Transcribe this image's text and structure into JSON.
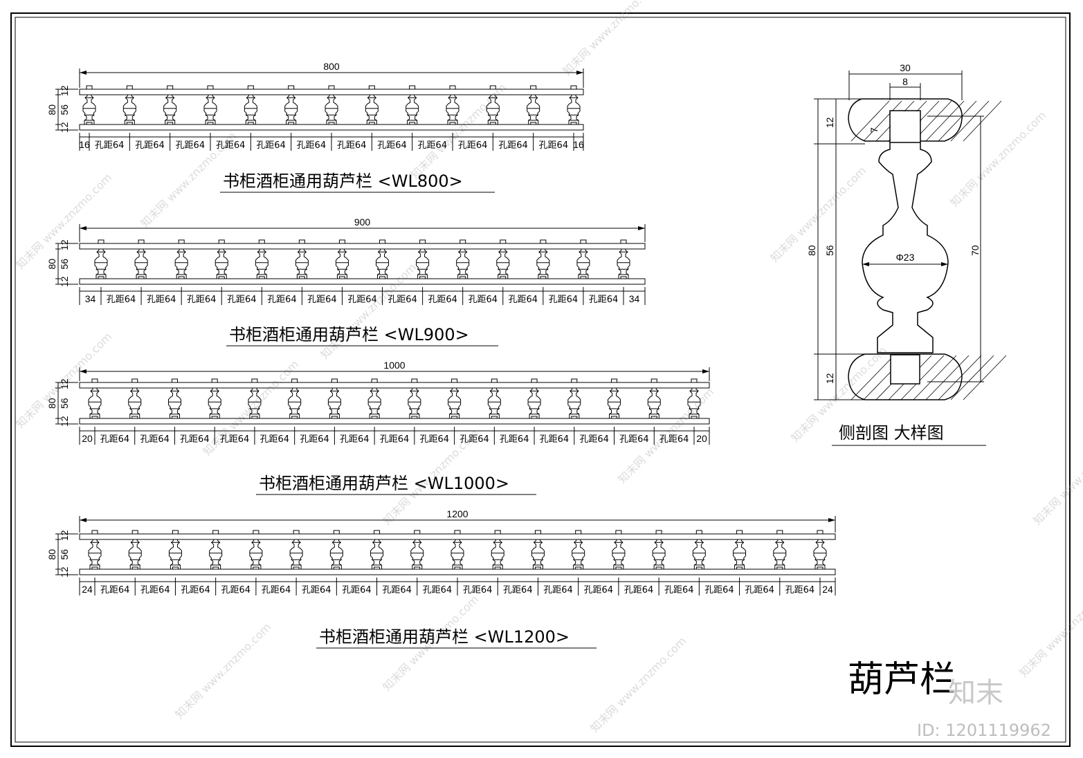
{
  "drawing_title": "葫芦栏",
  "watermark": {
    "site": "www.znzmo.com",
    "brand": "知末网",
    "logo": "知末",
    "id_label": "ID: 1201119962"
  },
  "panels": [
    {
      "id": "WL800",
      "total": "800",
      "caption": "书柜酒柜通用葫芦栏",
      "code": "<WL800>",
      "end_label": "16",
      "spacing_label": "孔距64",
      "spacing_count": 12,
      "heights": [
        "12",
        "56",
        "12"
      ],
      "overall_height": "80"
    },
    {
      "id": "WL900",
      "total": "900",
      "caption": "书柜酒柜通用葫芦栏",
      "code": "<WL900>",
      "end_label": "34",
      "spacing_label": "孔距64",
      "spacing_count": 13,
      "heights": [
        "12",
        "56",
        "12"
      ],
      "overall_height": "80"
    },
    {
      "id": "WL1000",
      "total": "1000",
      "caption": "书柜酒柜通用葫芦栏",
      "code": "<WL1000>",
      "end_label": "20",
      "spacing_label": "孔距64",
      "spacing_count": 15,
      "heights": [
        "12",
        "56",
        "12"
      ],
      "overall_height": "80"
    },
    {
      "id": "WL1200",
      "total": "1200",
      "caption": "书柜酒柜通用葫芦栏",
      "code": "<WL1200>",
      "end_label": "24",
      "spacing_label": "孔距64",
      "spacing_count": 18,
      "heights": [
        "12",
        "56",
        "12"
      ],
      "overall_height": "80"
    }
  ],
  "detail": {
    "caption": "侧剖图 大样图",
    "width_outer": "30",
    "width_inner": "8",
    "bulb_diameter": "Φ23",
    "overall_height": "80",
    "shaft_height": "56",
    "top_rail": "12",
    "bottom_rail": "12",
    "small_dim": "7",
    "right_height": "70"
  },
  "colors": {
    "line": "#000000",
    "watermark": "#9a9a9a"
  }
}
